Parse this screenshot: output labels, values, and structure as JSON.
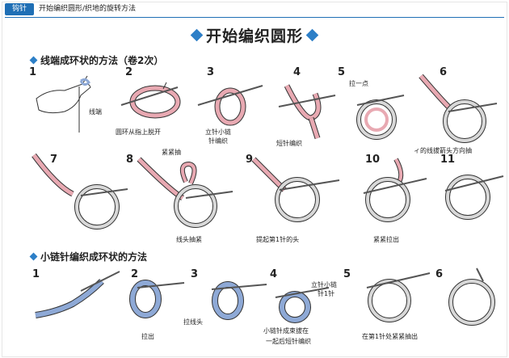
{
  "header": {
    "tag": "钩针",
    "breadcrumb": "开始编织圆形/织地的旋转方法"
  },
  "title": "开始编织圆形",
  "section1": {
    "title": "线端成环状的方法（卷2次）",
    "steps": [
      {
        "num": "1",
        "labels": [
          "线端"
        ]
      },
      {
        "num": "2",
        "labels": [
          "圆环从指上脱开"
        ]
      },
      {
        "num": "3",
        "labels": [
          "立针小链",
          "针编织"
        ]
      },
      {
        "num": "4",
        "labels": [
          "短针编织"
        ]
      },
      {
        "num": "5",
        "labels": [
          "拉一点"
        ]
      },
      {
        "num": "6",
        "labels": [
          "ィ的线拔箭头方向抽"
        ]
      },
      {
        "num": "7",
        "labels": []
      },
      {
        "num": "8",
        "labels": [
          "紧紧抽",
          "线头抽紧"
        ]
      },
      {
        "num": "9",
        "labels": [
          "提起第1针的头"
        ]
      },
      {
        "num": "10",
        "labels": [
          "紧紧拉出"
        ]
      },
      {
        "num": "11",
        "labels": []
      }
    ]
  },
  "section2": {
    "title": "小链针编织成环状的方法",
    "steps": [
      {
        "num": "1",
        "labels": []
      },
      {
        "num": "2",
        "labels": [
          "拉出"
        ]
      },
      {
        "num": "3",
        "labels": [
          "拉线头"
        ]
      },
      {
        "num": "4",
        "labels": [
          "立针小链",
          "针1针",
          "小链针成束拔在",
          "一起后短针编织"
        ]
      },
      {
        "num": "5",
        "labels": [
          "在第1针处紧紧抽出"
        ]
      },
      {
        "num": "6",
        "labels": []
      }
    ]
  },
  "colors": {
    "accent": "#1f6fb5",
    "yarn_pink": "#e8a9b2",
    "yarn_blue": "#8ea9d6",
    "yarn_gray": "#cfcfcf"
  }
}
